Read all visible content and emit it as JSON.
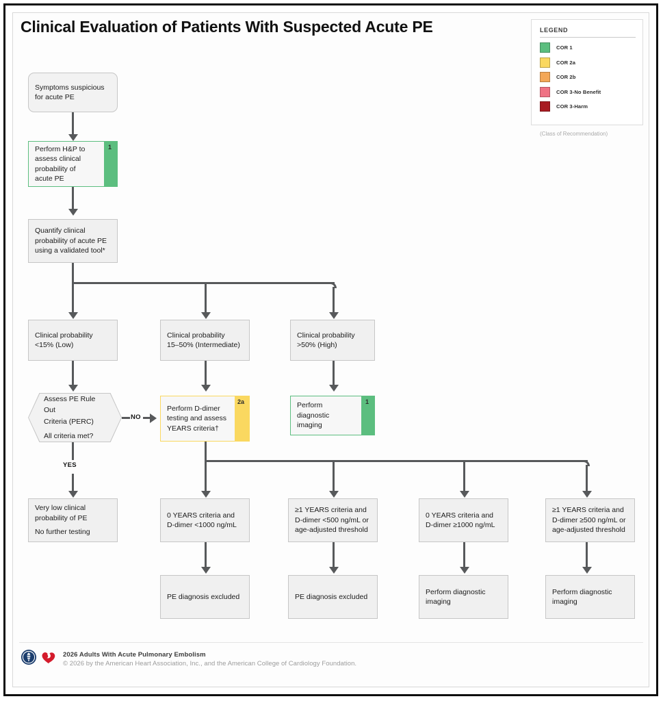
{
  "figure": {
    "title": "Clinical Evaluation of Patients With Suspected Acute PE"
  },
  "legend": {
    "title": "LEGEND",
    "note": "(Class of Recommendation)",
    "items": [
      {
        "label": "COR 1",
        "color": "#5cbe7f"
      },
      {
        "label": "COR 2a",
        "color": "#fad860"
      },
      {
        "label": "COR 2b",
        "color": "#f3a758"
      },
      {
        "label": "COR 3-No Benefit",
        "color": "#ef7284"
      },
      {
        "label": "COR 3-Harm",
        "color": "#a81b22"
      }
    ]
  },
  "nodes": {
    "symptoms": {
      "lines": [
        "Symptoms suspicious",
        "for acute PE"
      ]
    },
    "hp": {
      "lines": [
        "Perform H&P to",
        "assess clinical",
        "probability of",
        "acute PE"
      ],
      "cor": "1",
      "color": "#5cbe7f"
    },
    "quantify": {
      "lines": [
        "Quantify clinical",
        "probability of acute PE",
        "using a validated tool*"
      ]
    },
    "prob_low": {
      "lines": [
        "Clinical probability",
        "<15% (Low)"
      ]
    },
    "prob_int": {
      "lines": [
        "Clinical probability",
        "15–50% (Intermediate)"
      ]
    },
    "prob_high": {
      "lines": [
        "Clinical probability",
        ">50% (High)"
      ]
    },
    "perc": {
      "lines": [
        "Assess PE Rule Out",
        "Criteria (PERC)",
        "All criteria met?"
      ]
    },
    "ddimer": {
      "lines": [
        "Perform D-dimer",
        "testing and assess",
        "YEARS criteria†"
      ],
      "cor": "2a",
      "color": "#fad860"
    },
    "imaging_high": {
      "lines": [
        "Perform diagnostic",
        "imaging"
      ],
      "cor": "1",
      "color": "#5cbe7f"
    },
    "very_low": {
      "lines": [
        "Very low clinical",
        "probability of PE",
        "No further testing"
      ]
    },
    "years_a": {
      "lines": [
        "0 YEARS criteria and",
        "D-dimer <1000 ng/mL"
      ]
    },
    "years_b": {
      "lines": [
        "≥1 YEARS criteria and",
        "D-dimer <500 ng/mL or",
        "age-adjusted threshold"
      ]
    },
    "years_c": {
      "lines": [
        "0 YEARS criteria and",
        "D-dimer ≥1000 ng/mL"
      ]
    },
    "years_d": {
      "lines": [
        "≥1 YEARS criteria and",
        "D-dimer ≥500 ng/mL or",
        "age-adjusted threshold"
      ]
    },
    "out_a": {
      "lines": [
        "PE diagnosis excluded"
      ]
    },
    "out_b": {
      "lines": [
        "PE diagnosis excluded"
      ]
    },
    "out_c": {
      "lines": [
        "Perform diagnostic",
        "imaging"
      ]
    },
    "out_d": {
      "lines": [
        "Perform diagnostic",
        "imaging"
      ]
    }
  },
  "edges": {
    "no_label": "NO",
    "yes_label": "YES"
  },
  "footer": {
    "line1": "2026 Adults With Acute Pulmonary Embolism",
    "line2": "© 2026 by the American Heart Association, Inc., and the American College of Cardiology Foundation."
  }
}
